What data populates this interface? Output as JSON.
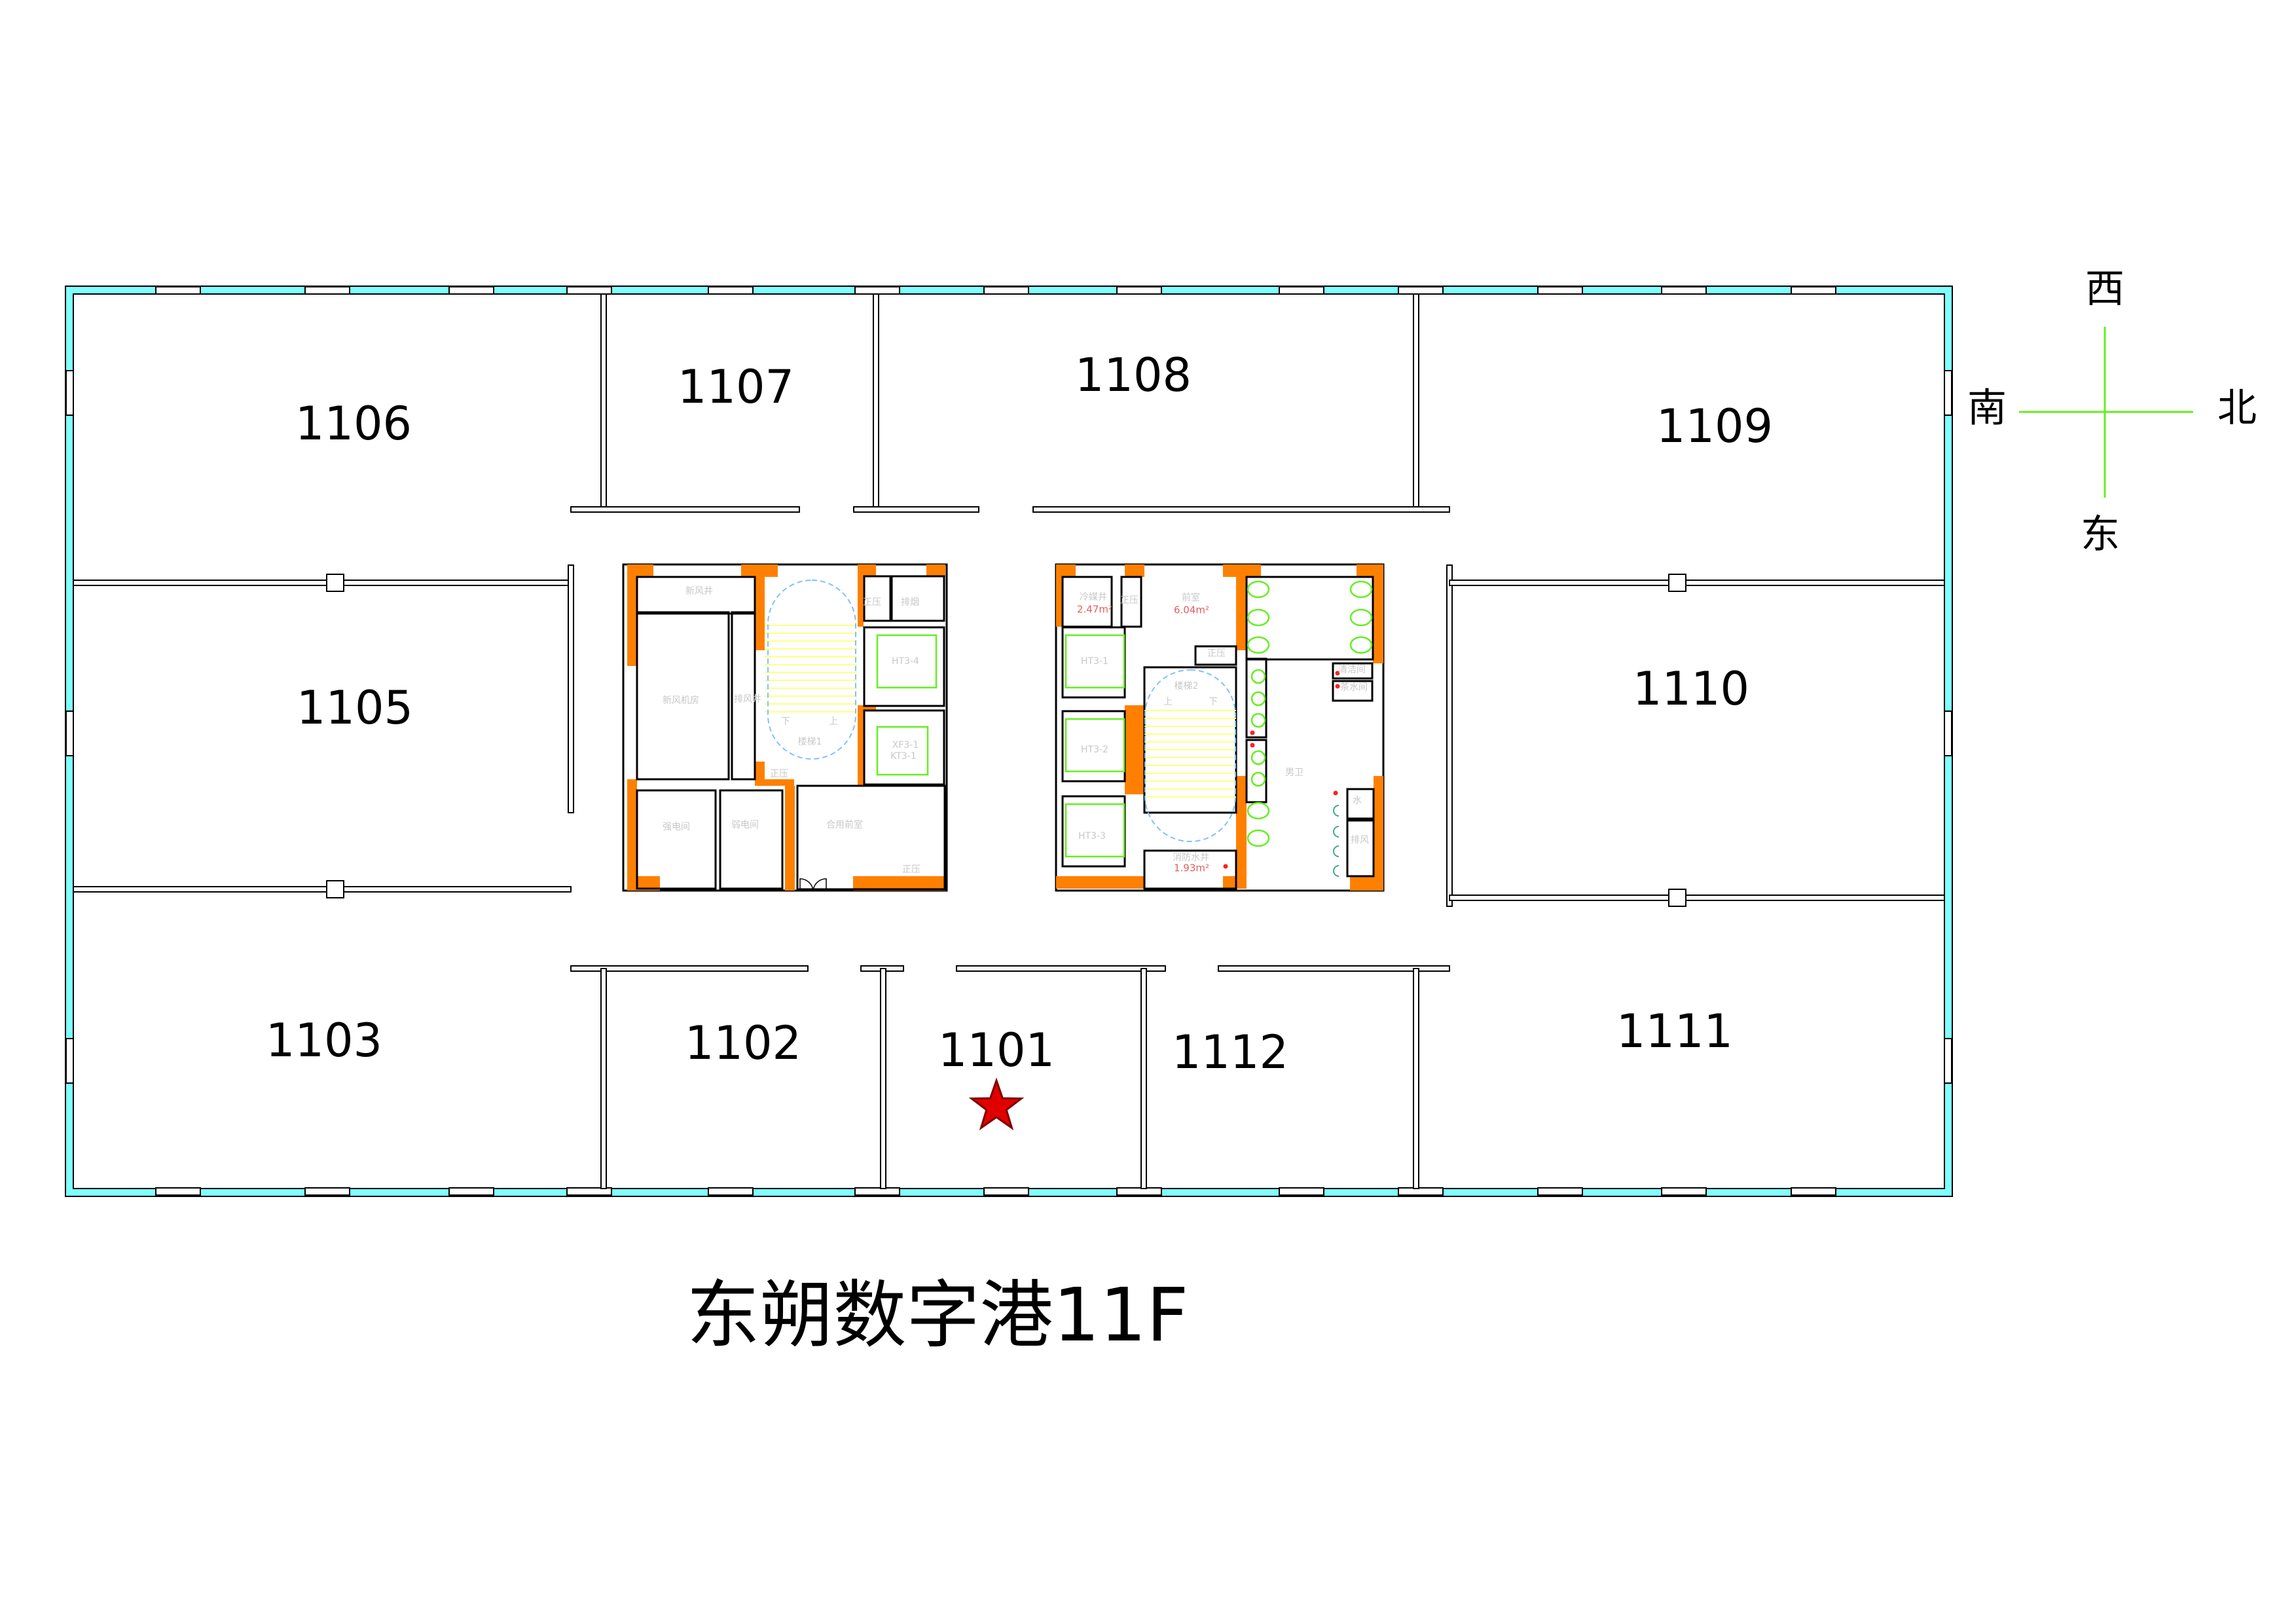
{
  "plan": {
    "title": "东朔数字港11F",
    "rooms": {
      "r1101": "1101",
      "r1102": "1102",
      "r1103": "1103",
      "r1105": "1105",
      "r1106": "1106",
      "r1107": "1107",
      "r1108": "1108",
      "r1109": "1109",
      "r1110": "1110",
      "r1111": "1111",
      "r1112": "1112"
    },
    "marker": {
      "icon": "red-star-icon",
      "room": "1101",
      "color": "#e00000"
    },
    "compass": {
      "west": "西",
      "east": "东",
      "south": "南",
      "north": "北"
    },
    "core_left": {
      "fresh_air_shaft": "新风井",
      "fresh_air_room": "新风机房",
      "exhaust_shaft": "排风井",
      "stair": "楼梯1",
      "pressurize_1": "正压",
      "smoke_exhaust": "排烟",
      "elevator_4": "HT3-4",
      "fire_elevator": "XF3-1",
      "elevator_kt": "KT3-1",
      "pressurize_2": "正压",
      "strong_elec": "强电间",
      "weak_elec": "弱电间",
      "shared_lobby": "合用前室",
      "pressurize_3": "正压",
      "down": "下",
      "up": "上"
    },
    "core_right": {
      "refrigerant_shaft": "冷媒井",
      "refrigerant_area": "2.47m²",
      "pressurize_1": "正压",
      "lobby": "前室",
      "lobby_area": "6.04m²",
      "pressurize_2": "正压",
      "elevator_1": "HT3-1",
      "elevator_2": "HT3-2",
      "elevator_3": "HT3-3",
      "stair": "楼梯2",
      "up": "上",
      "down": "下",
      "fire_water_shaft": "消防水井",
      "fire_water_area": "1.93m²",
      "janitor": "清洁间",
      "pantry": "茶水间",
      "mens_wc": "男卫",
      "water": "水",
      "exhaust": "排风"
    },
    "colors": {
      "wall_core": "#ff8000",
      "window": "#80ffff",
      "fixtures": "#66ee22",
      "area_text": "#e06060"
    }
  }
}
